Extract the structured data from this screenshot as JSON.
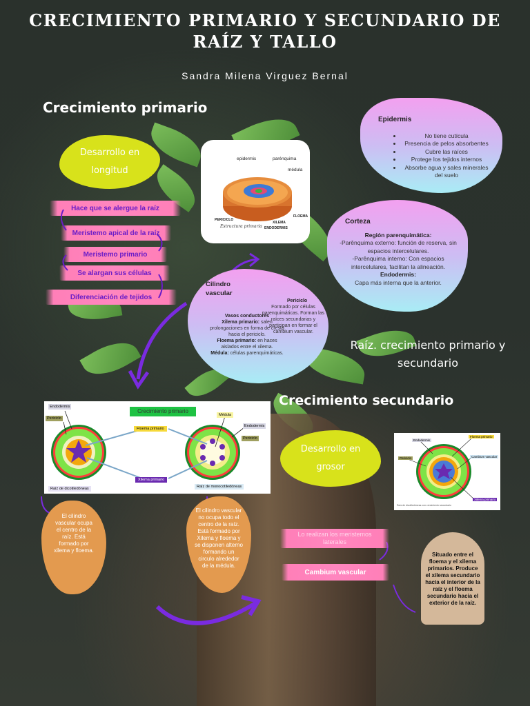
{
  "title": "CRECIMIENTO PRIMARIO Y SECUNDARIO DE RAÍZ Y TALLO",
  "author": "Sandra Milena Virguez Bernal",
  "primary": {
    "heading": "Crecimiento primario",
    "blob": "Desarrollo en longitud",
    "steps": [
      "Hace que se alergue la raíz",
      "Meristemo apical de la raíz",
      "Meristemo primario",
      "Se alargan sus células",
      "Diferenciación de tejidos"
    ]
  },
  "root_image": {
    "labels": {
      "epidermis": "epidermis",
      "parenquima": "parénquima",
      "medula": "médula",
      "periciclo": "PERICICLO",
      "xilema": "XILEMA",
      "endodermis": "ENDODERMIS",
      "floema": "FLOEMA",
      "caption": "Estructura primaria"
    }
  },
  "epidermis": {
    "title": "Epidermis",
    "items": [
      "No tiene cutícula",
      "Presencia de pelos absorbentes",
      "Cubre las raíces",
      "Protege los tejidos internos",
      "Absorbe agua y sales minerales del suelo"
    ]
  },
  "corteza": {
    "title": "Corteza",
    "sub1": "Región parenquimática:",
    "text1": "-Parênquima externo: función de reserva, sin espacios intercelulares.",
    "text2": "-Parênquima interno: Con espacios intercelulares, facilitan la alineación.",
    "sub2": "Endodermis:",
    "text3": "Capa más interna que la anterior."
  },
  "cilindro": {
    "title": "Cilindro vascular",
    "periciclo_title": "Periciclo",
    "periciclo_text": "Formado por células parenquimáticas. Forman las raíces secundarias y participan en formar el cambium vascular.",
    "vasos": "Vasos conductores",
    "xilema_label": "Xilema primario:",
    "xilema_text": "salen prolongaciones en forma de cresta hacia el periciclo.",
    "floema_label": "Floema primario:",
    "floema_text": "en haces aislados entre el xilema.",
    "medula_label": "Médula:",
    "medula_text": "células parenquimáticas."
  },
  "raiz_heading": "Raíz. crecimiento primario y secundario",
  "diagram1": {
    "title": "Crecimiento primario",
    "labels": {
      "endodermis_l": "Endodermis",
      "periciclo_l": "Periciclo",
      "floema": "Floema primario",
      "medula": "Médula",
      "endodermis_r": "Endodermis",
      "periciclo_r": "Periciclo",
      "xilema": "Xilema primario",
      "dicot": "Raíz de dicotiledóneas",
      "monocot": "Raíz de monocotiledóneas"
    }
  },
  "orange1": "El cilindro vascular ocupa el centro de la raíz. Está formado por xilema y floema.",
  "orange2": "El cilindro vascular no ocupa todo el centro de la raíz. Está formado por Xilema y floema y se disponen alterno formando un circulo alrededor de la médula.",
  "secondary": {
    "heading": "Crecimiento secundario",
    "blob": "Desarrollo en grosor",
    "step1": "Lo realizan los meristemos laterales",
    "step2": "Cambium vascular"
  },
  "diagram2": {
    "labels": {
      "endodermis": "Endodermis",
      "floema": "Floema primario",
      "periciclo": "Periciclo",
      "cambium": "Cambium vascular",
      "xilema": "Xilema primario",
      "caption": "Raíz de dicotiledóneas con crecimiento secundario"
    }
  },
  "tan_text": "Situado entre el floema y el xilema primarios. Produce el xilema secundario hacia el interior de la raíz y el floema secundario hacia el exterior de la raíz."
}
